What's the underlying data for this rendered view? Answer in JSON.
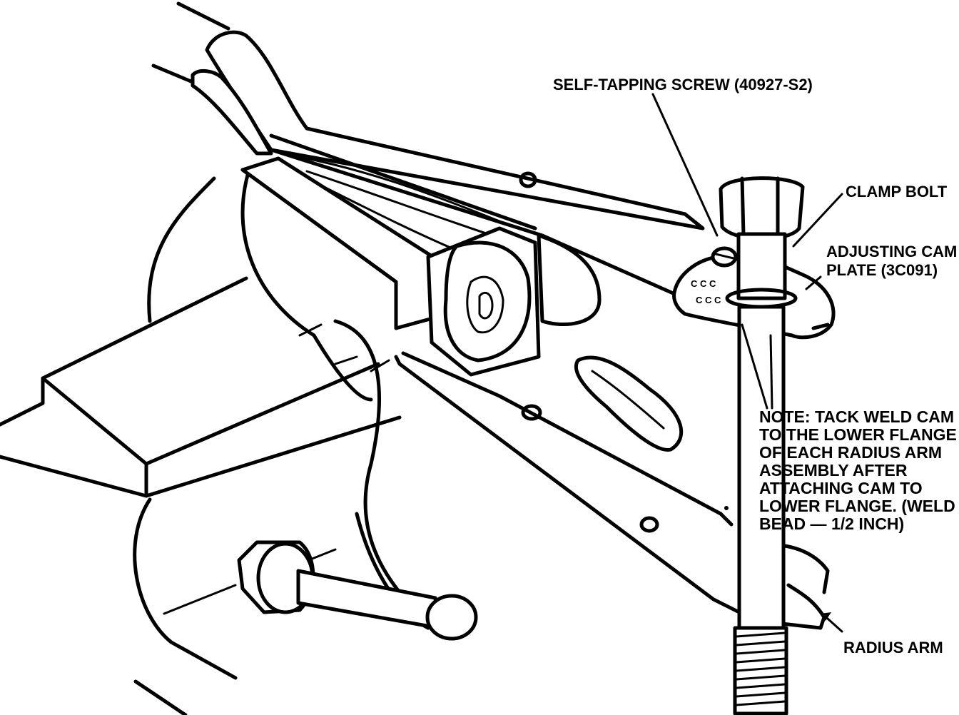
{
  "labels": {
    "screw": "SELF-TAPPING SCREW (40927-S2)",
    "clamp_bolt": "CLAMP BOLT",
    "cam_plate_line1": "ADJUSTING CAM",
    "cam_plate_line2": "PLATE (3C091)",
    "radius_arm": "RADIUS ARM"
  },
  "note": {
    "line1": "NOTE:  TACK WELD CAM",
    "line2": "TO THE LOWER FLANGE",
    "line3": "OF EACH RADIUS ARM",
    "line4": "ASSEMBLY AFTER",
    "line5": "ATTACHING CAM TO",
    "line6": "LOWER FLANGE. (WELD",
    "line7": "BEAD — 1/2 INCH)"
  },
  "colors": {
    "ink": "#000000",
    "paper": "#ffffff"
  }
}
